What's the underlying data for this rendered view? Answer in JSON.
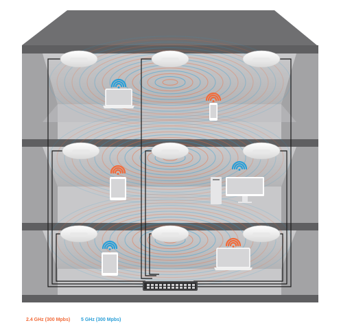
{
  "legend": {
    "band_24_label": "2.4 GHz (300 Mpbs)",
    "band_5_label": "5 GHz (300 Mpbs)"
  },
  "colors": {
    "band_24": "#f26b3a",
    "band_5": "#2a9fd8",
    "roof": "#6f6f71",
    "wall": "#9b9b9d",
    "floor_slab": "#5f5f61",
    "cable": "#1a1a1a"
  },
  "devices": [
    {
      "type": "laptop-icon",
      "band": "band_5"
    },
    {
      "type": "phone-icon",
      "band": "band_24"
    },
    {
      "type": "tablet-icon",
      "band": "band_24"
    },
    {
      "type": "desktop-icon",
      "band": "band_5"
    },
    {
      "type": "tablet-icon",
      "band": "band_5"
    },
    {
      "type": "laptop-icon",
      "band": "band_24"
    }
  ],
  "access_points": 9,
  "switch": "network-switch-icon"
}
